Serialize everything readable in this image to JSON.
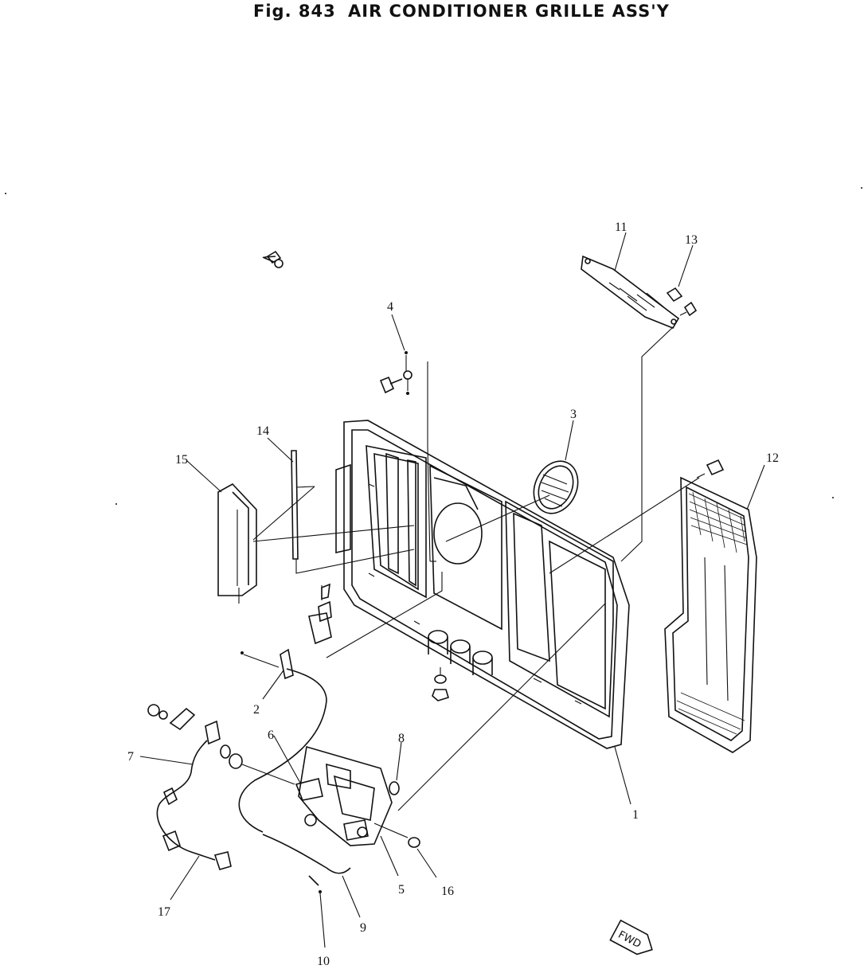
{
  "figure": {
    "number_label": "Fig. 843",
    "title": "AIR CONDITIONER GRILLE ASS'Y"
  },
  "callouts": {
    "c1": "1",
    "c2": "2",
    "c3": "3",
    "c4": "4",
    "c5": "5",
    "c6": "6",
    "c7": "7",
    "c8": "8",
    "c9": "9",
    "c10": "10",
    "c11": "11",
    "c12": "12",
    "c13": "13",
    "c14": "14",
    "c15": "15",
    "c16": "16",
    "c17": "17"
  },
  "direction_badge": "FWD"
}
